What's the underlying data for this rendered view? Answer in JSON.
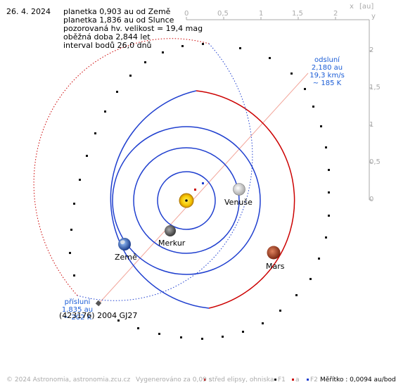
{
  "header": {
    "date": "26. 4. 2024",
    "lines": [
      "planetka 0,903 au od Země",
      "planetka 1,836 au od Slunce",
      "pozorovaná hv. velikost = 19,4 mag",
      "oběžná doba 2,844 let",
      "interval bodů 26,0 dnů"
    ]
  },
  "axes": {
    "x_ticks": [
      "0",
      "0,5",
      "1",
      "1,5",
      "2"
    ],
    "y_ticks": [
      "2",
      "1,5",
      "1",
      "0,5",
      "0"
    ],
    "x_label": "x",
    "unit": "[au]",
    "y_label": "y"
  },
  "aphelion": {
    "title": "odsluní",
    "distance": "2,180 au",
    "speed": "19,3 km/s",
    "temp": "~ 185 K"
  },
  "perihelion": {
    "title": "přísluní",
    "distance": "1,835 au",
    "speed": "",
    "temp": "~ 202 K"
  },
  "object_name": "(423176) 2004 GJ27",
  "planets": {
    "mercury": "Merkur",
    "venus": "Venuše",
    "earth": "Země",
    "mars": "Mars"
  },
  "footer": {
    "copyright": "© 2024 Astronomia, astronomia.zcu.cz",
    "generated": "Vygenerováno za 0,09 s",
    "legend_center": "střed elipsy, ohniska",
    "f1": "F1",
    "a": "a",
    "f2": "F2",
    "scale": "Měřítko : 0,0094 au/bod"
  },
  "colors": {
    "planet_orbit": "#1f3fcf",
    "asteroid_red": "#cc0000",
    "asteroid_blue": "#1f3fcf",
    "axis": "#aaaaaa",
    "apsis_text": "#1a5cd6"
  }
}
